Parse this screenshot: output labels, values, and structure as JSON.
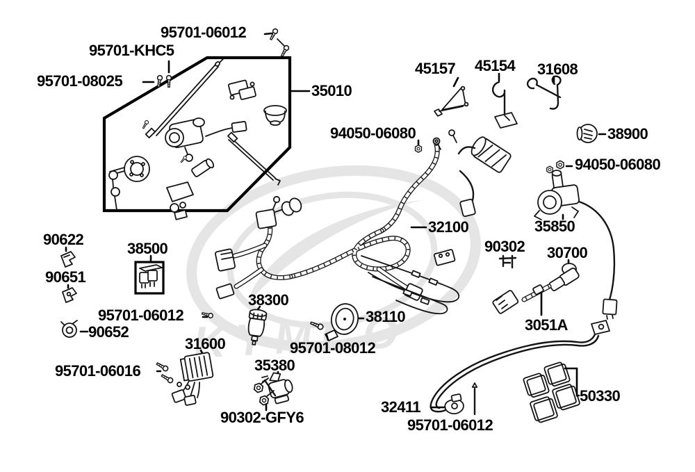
{
  "diagram": {
    "kind": "exploded parts diagram (wire harness / electrical group)"
  },
  "watermark": {
    "text": "KYMCO"
  },
  "colors": {
    "background": "#ffffff",
    "ink": "#000000",
    "line": "#141414",
    "watermark": "#e5e5e5"
  },
  "parts": [
    {
      "number": "95701-06012"
    },
    {
      "number": "95701-KHC5"
    },
    {
      "number": "95701-08025"
    },
    {
      "number": "35010"
    },
    {
      "number": "45157"
    },
    {
      "number": "45154"
    },
    {
      "number": "31608"
    },
    {
      "number": "94050-06080"
    },
    {
      "number": "38900"
    },
    {
      "number": "94050-06080"
    },
    {
      "number": "35850"
    },
    {
      "number": "32100"
    },
    {
      "number": "90302"
    },
    {
      "number": "30700"
    },
    {
      "number": "3051A"
    },
    {
      "number": "90622"
    },
    {
      "number": "38500"
    },
    {
      "number": "90651"
    },
    {
      "number": "95701-06012"
    },
    {
      "number": "90652"
    },
    {
      "number": "31600"
    },
    {
      "number": "95701-06016"
    },
    {
      "number": "38300"
    },
    {
      "number": "38110"
    },
    {
      "number": "95701-08012"
    },
    {
      "number": "35380"
    },
    {
      "number": "90302-GFY6"
    },
    {
      "number": "32411"
    },
    {
      "number": "95701-06012"
    },
    {
      "number": "50330"
    }
  ]
}
